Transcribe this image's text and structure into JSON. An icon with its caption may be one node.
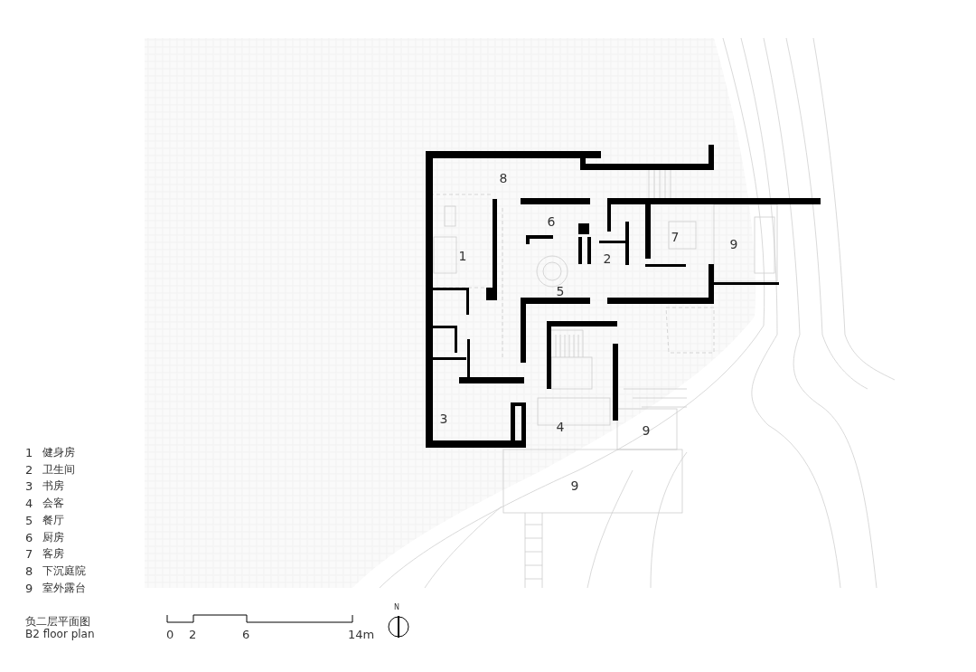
{
  "diagram": {
    "labels": [
      "8",
      "6",
      "7",
      "9",
      "1",
      "2",
      "5",
      "3",
      "4",
      "9",
      "9",
      "1",
      "健身房",
      "2",
      "卫生间",
      "3",
      "书房",
      "4",
      "会客",
      "5",
      "餐厅",
      "6",
      "厨房",
      "7",
      "客房",
      "8",
      "下沉庭院",
      "9",
      "室外露台",
      "负二层平面图",
      "B2 floor plan",
      "0",
      "2",
      "6",
      "14m",
      "N"
    ]
  }
}
